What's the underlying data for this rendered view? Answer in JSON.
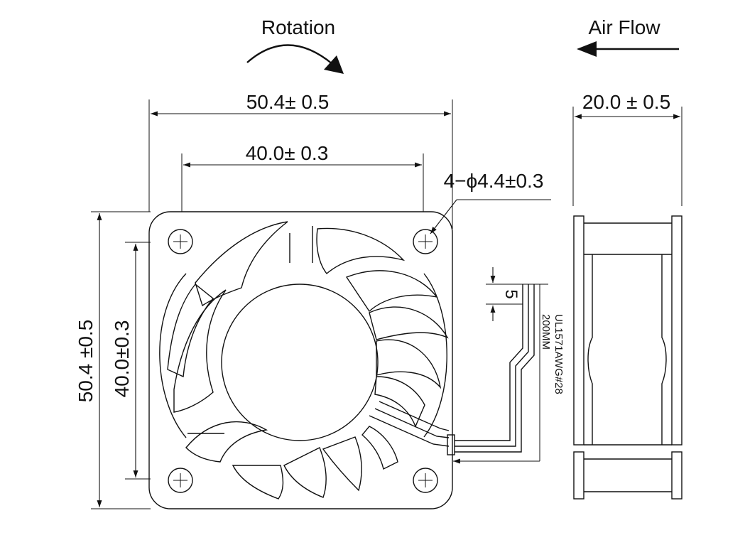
{
  "labels": {
    "rotation": "Rotation",
    "air_flow": "Air Flow",
    "width_outer": "50.4± 0.5",
    "width_inner": "40.0± 0.3",
    "hole_spec": "4−ϕ4.4±0.3",
    "depth": "20.0 ± 0.5",
    "height_outer": "50.4  ±0.5",
    "height_inner": "40.0±0.3",
    "wire_strip": "5",
    "cable_type": "UL1571AWG#28",
    "cable_length": "200MM"
  }
}
